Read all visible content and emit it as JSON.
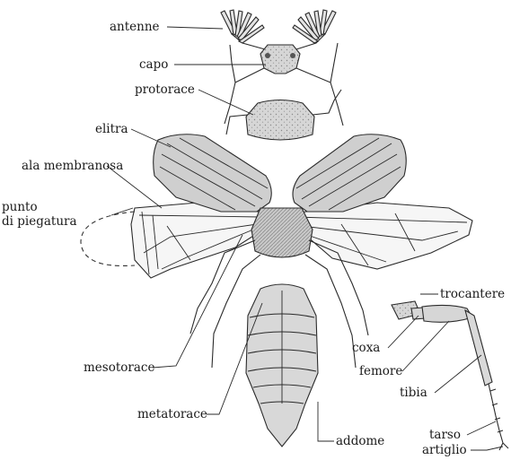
{
  "diagram": {
    "labels": {
      "antenne": "antenne",
      "capo": "capo",
      "protorace": "protorace",
      "elitra": "elitra",
      "ala_membranosa": "ala membranosa",
      "punto_line1": "punto",
      "punto_line2": "di piegatura",
      "mesotorace": "mesotorace",
      "metatorace": "metatorace",
      "addome": "addome",
      "trocantere": "trocantere",
      "coxa": "coxa",
      "femore": "femore",
      "tibia": "tibia",
      "tarso": "tarso",
      "artiglio": "artiglio"
    },
    "colors": {
      "ink": "#2b2b2b",
      "body_fill": "#d9d9d9",
      "elytra_fill": "#cfcfcf",
      "wing_fill": "#f4f4f4",
      "paper": "#ffffff"
    }
  }
}
